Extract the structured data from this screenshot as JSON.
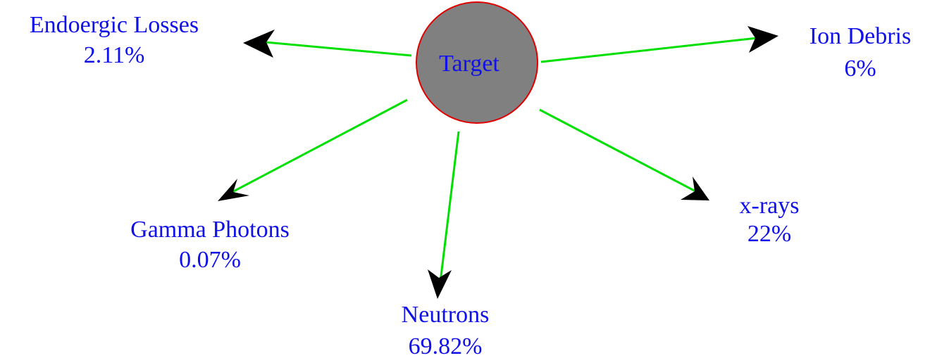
{
  "center": {
    "label": "Target"
  },
  "outcomes": [
    {
      "name": "Endoergic Losses",
      "value": "2.11%"
    },
    {
      "name": "Ion Debris",
      "value": "6%"
    },
    {
      "name": "Gamma Photons",
      "value": "0.07%"
    },
    {
      "name": "Neutrons",
      "value": "69.82%"
    },
    {
      "name": "x-rays",
      "value": "22%"
    }
  ],
  "colors": {
    "text": "#1010e8",
    "line": "#00e000",
    "arrowhead": "#000000",
    "circle_fill": "#808080",
    "circle_stroke": "#e00000"
  }
}
